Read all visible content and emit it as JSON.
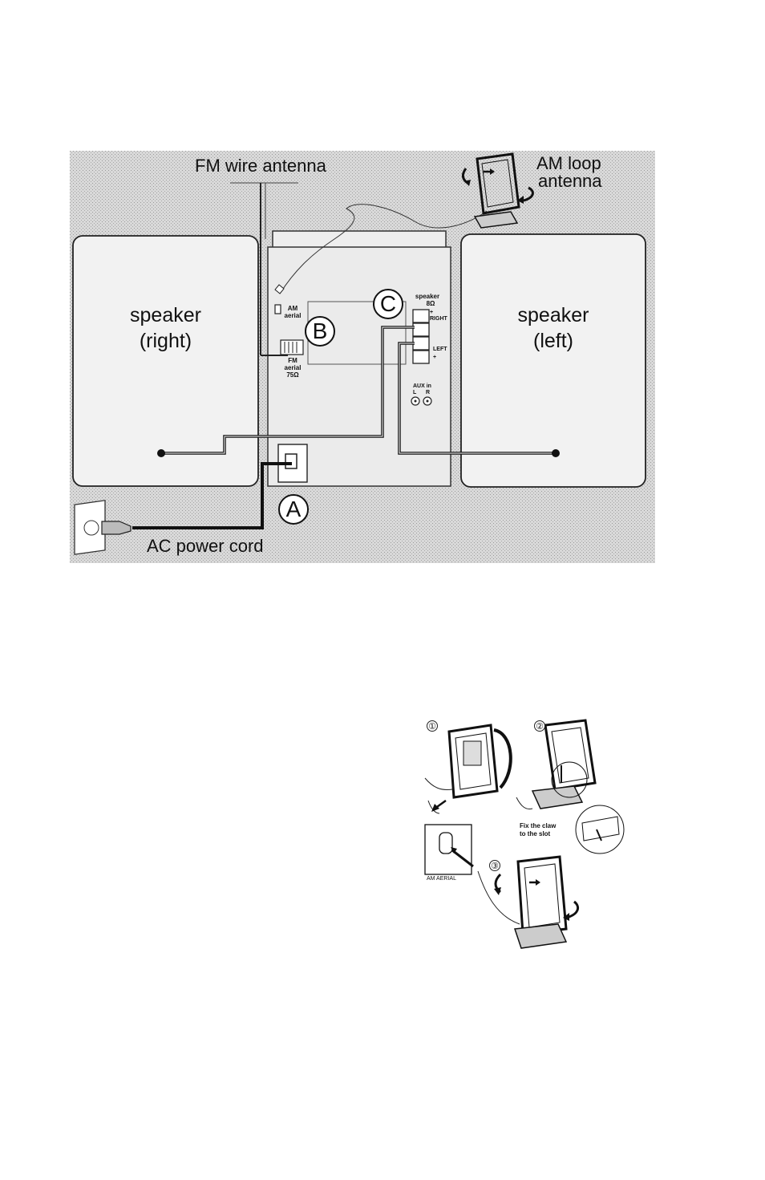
{
  "diagram": {
    "labels": {
      "fm_wire_antenna": "FM wire antenna",
      "am_loop_antenna_line1": "AM loop",
      "am_loop_antenna_line2": "antenna",
      "ac_power_cord": "AC power cord",
      "speaker_right_line1": "speaker",
      "speaker_right_line2": "(right)",
      "speaker_left_line1": "speaker",
      "speaker_left_line2": "(left)",
      "am_aerial_line1": "AM",
      "am_aerial_line2": "aerial",
      "fm_aerial_line1": "FM",
      "fm_aerial_line2": "aerial",
      "fm_aerial_line3": "75Ω",
      "speaker_jack_line1": "speaker",
      "speaker_jack_line2": "8Ω",
      "right": "RIGHT",
      "left": "LEFT",
      "plus_top": "+",
      "plus_bottom": "+",
      "aux_in": "AUX in",
      "aux_l": "L",
      "aux_r": "R"
    },
    "callouts": {
      "a": "A",
      "b": "B",
      "c": "C"
    }
  },
  "assembly": {
    "step1": "①",
    "step2": "②",
    "step3": "③",
    "fix_claw_line1": "Fix the claw",
    "fix_claw_line2": "to the slot",
    "am_aerial_panel": "AM AERIAL"
  }
}
